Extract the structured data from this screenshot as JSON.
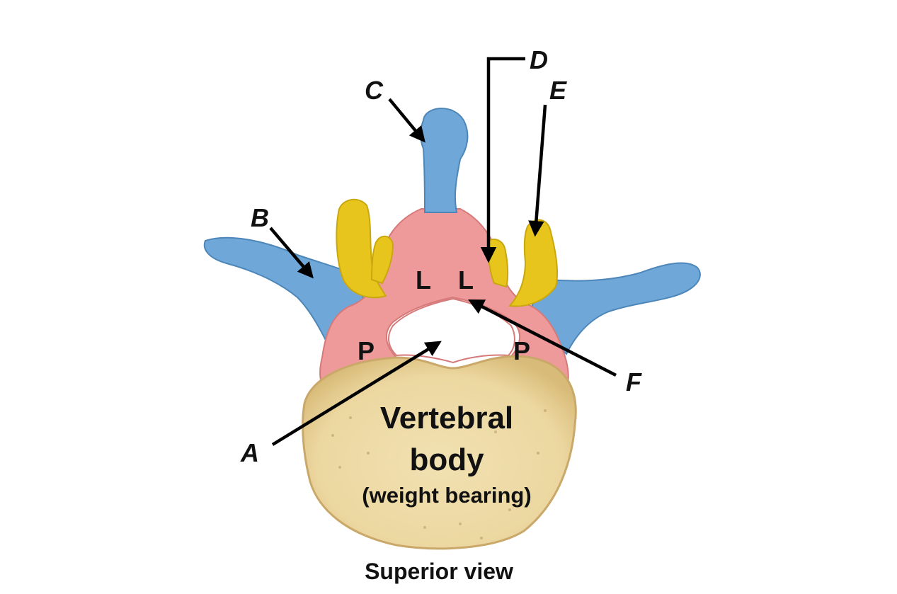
{
  "figure": {
    "caption": "Superior view",
    "body_label": {
      "line1": "Vertebral",
      "line2": "body",
      "line3": "(weight bearing)"
    },
    "callouts": [
      "A",
      "B",
      "C",
      "D",
      "E",
      "F"
    ],
    "region_letters": {
      "lamina_left": "L",
      "lamina_right": "L",
      "pedicle_left": "P",
      "pedicle_right": "P"
    },
    "colors": {
      "vertebral_body": "#ecd9a4",
      "vertebral_body_rim": "#d9bf7e",
      "red_regions": "#ef9a9a",
      "blue_processes": "#6fa8d8",
      "yellow_articular": "#e8c51d",
      "background": "#ffffff"
    }
  }
}
